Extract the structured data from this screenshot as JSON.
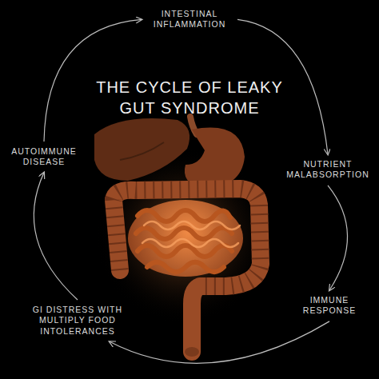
{
  "diagram": {
    "title": "THE CYCLE OF LEAKY GUT SYNDROME",
    "nodes": [
      {
        "text": [
          "INTESTINAL INFLAMMATION"
        ]
      },
      {
        "text": [
          "NUTRIENT MALABSORPTION"
        ]
      },
      {
        "text": [
          "IMMUNE RESPONSE"
        ]
      },
      {
        "text": [
          "GI DISTRESS WITH MULTIPLY FOOD INTOLERANCES"
        ]
      },
      {
        "text": [
          "AUTOIMMUNE DISEASE"
        ]
      }
    ],
    "edges": [
      {
        "from": 0,
        "to": 1,
        "arrow": "to"
      },
      {
        "from": 1,
        "to": 2,
        "arrow": "to"
      },
      {
        "from": 2,
        "to": 3,
        "arrow": "to"
      },
      {
        "from": 3,
        "to": 4,
        "arrow": "to"
      },
      {
        "from": 4,
        "to": 0,
        "arrow": "to"
      }
    ]
  }
}
